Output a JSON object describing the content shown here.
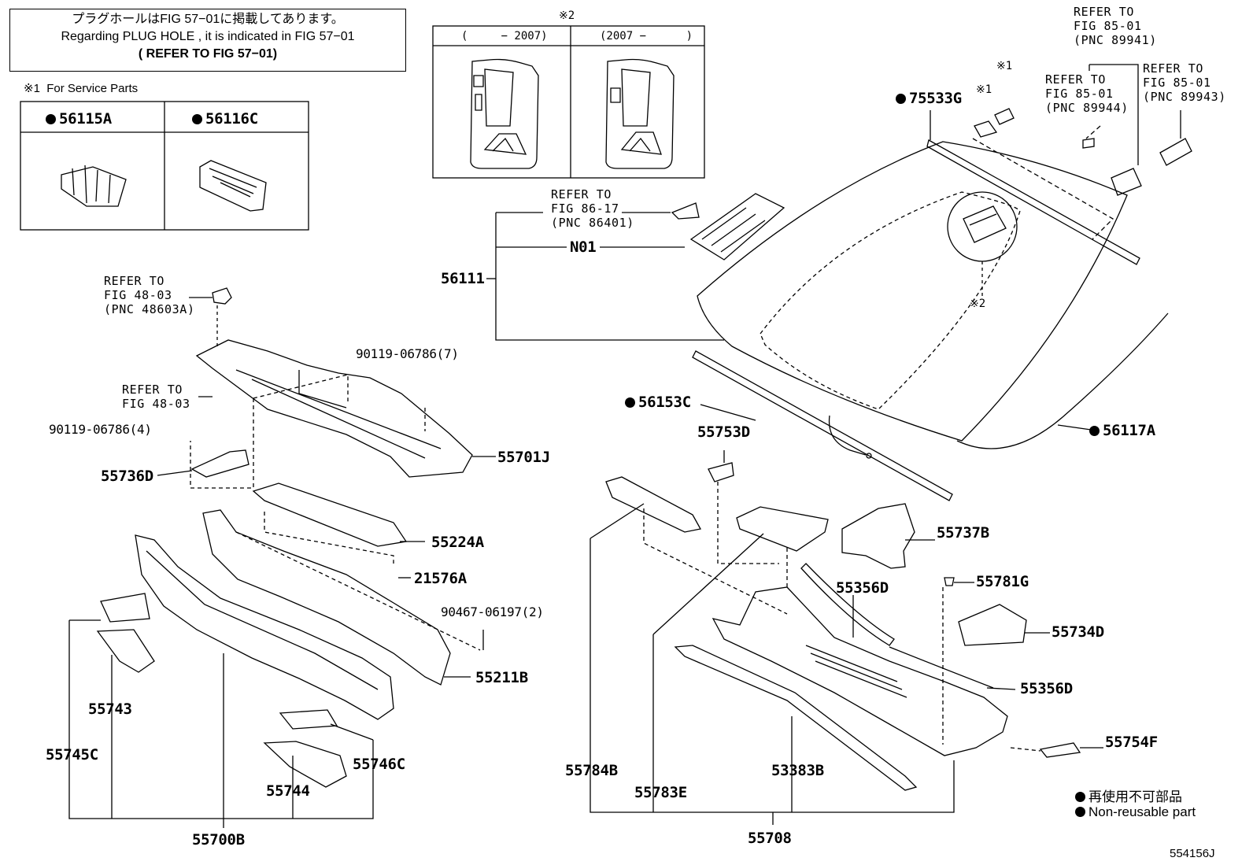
{
  "note": {
    "line1": "プラグホールはFIG 57−01に掲載してあります。",
    "line2": "Regarding  PLUG  HOLE , it is indicated in  FIG  57−01",
    "line3": "( REFER  TO  FIG  57−01)"
  },
  "service_parts": {
    "title": "※1  For Service Parts",
    "col1": "56115A",
    "col2": "56116C"
  },
  "variants": {
    "mark": "※2",
    "col1": "(     − 2007)",
    "col2": "(2007 −      )"
  },
  "refs": {
    "r48_603a": "REFER TO\nFIG 48-03\n(PNC 48603A)",
    "r48": "REFER TO\nFIG 48-03",
    "r86": "REFER TO\nFIG 86-17\n(PNC 86401)",
    "r89941": "REFER TO\nFIG 85-01\n(PNC 89941)",
    "r89944": "REFER TO\nFIG 85-01\n(PNC 89944)",
    "r89943": "REFER TO\nFIG 85-01\n(PNC 89943)"
  },
  "marks": {
    "m1": "※1",
    "m2": "※2"
  },
  "parts": {
    "p75533G": "75533G",
    "p56111": "56111",
    "pN01": "N01",
    "p56153C": "56153C",
    "p56117A": "56117A",
    "p55753D": "55753D",
    "p55737B": "55737B",
    "p55356D_top": "55356D",
    "p55781G": "55781G",
    "p55734D": "55734D",
    "p55356D_bot": "55356D",
    "p55754F": "55754F",
    "p55784B": "55784B",
    "p55783E": "55783E",
    "p53383B": "53383B",
    "p55708": "55708",
    "p90119_7": "90119-06786(7)",
    "p90119_4": "90119-06786(4)",
    "p55701J": "55701J",
    "p55736D": "55736D",
    "p55224A": "55224A",
    "p21576A": "21576A",
    "p90467": "90467-06197(2)",
    "p55211B": "55211B",
    "p55743": "55743",
    "p55745C": "55745C",
    "p55746C": "55746C",
    "p55744": "55744",
    "p55700B": "55700B"
  },
  "legend": {
    "jp": "再使用不可部品",
    "en": "Non-reusable part"
  },
  "figure_id": "554156J"
}
